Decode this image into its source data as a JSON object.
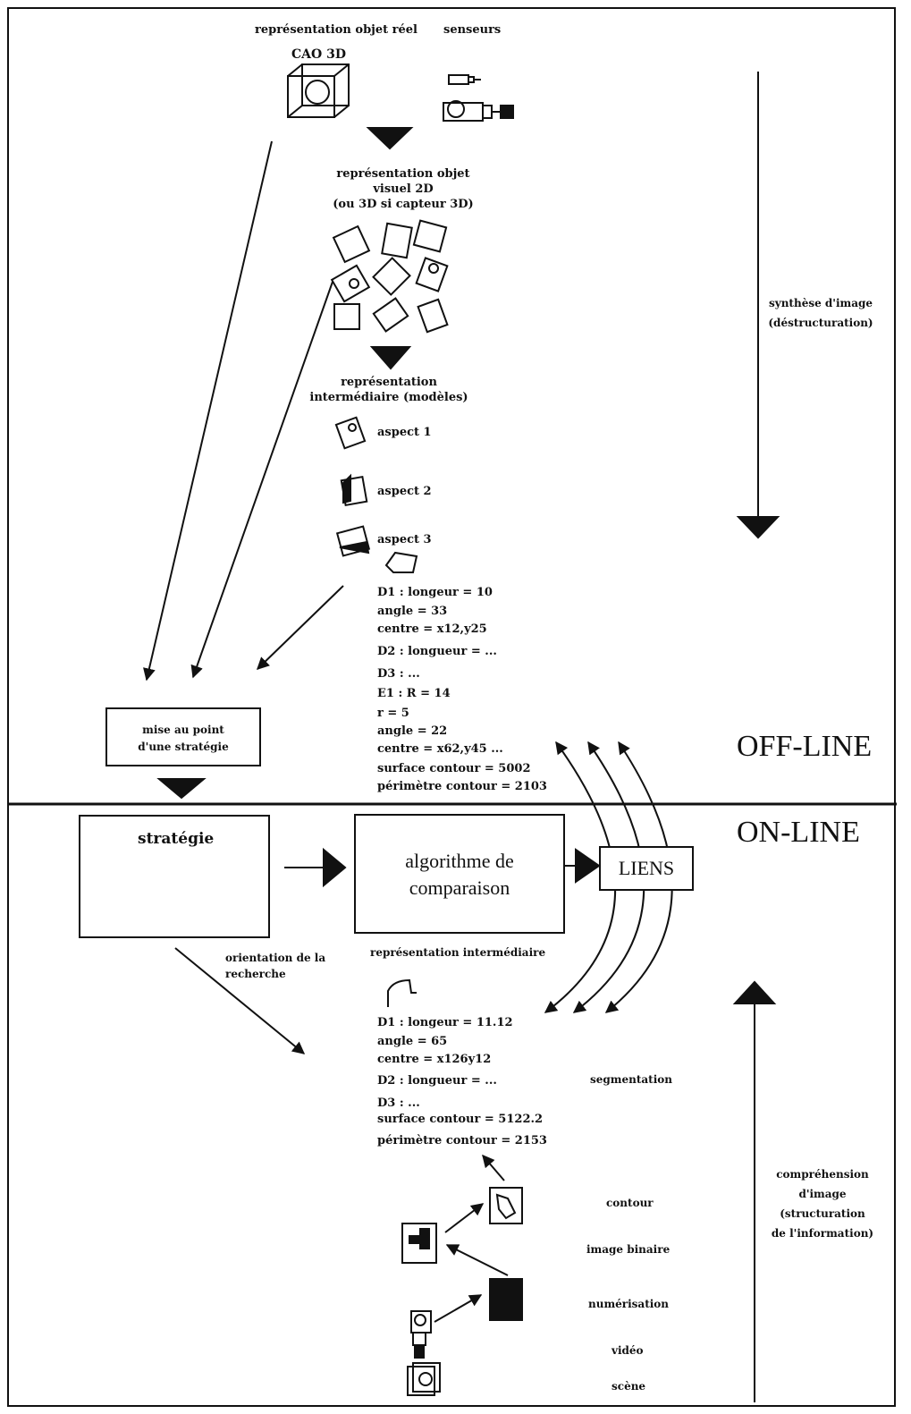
{
  "header": {
    "rep_objet_reel": "représentation objet réel",
    "senseurs": "senseurs",
    "cao": "CAO 3D"
  },
  "offline": {
    "visuel": "représentation objet\nvisuel 2D\n(ou 3D si capteur 3D)",
    "intermediaire": "représentation\nintermédiaire (modèles)",
    "aspects": [
      "aspect 1",
      "aspect 2",
      "aspect 3"
    ],
    "params": [
      "D1 : longeur = 10",
      "angle  = 33",
      "centre = x12,y25",
      "D2 : longueur = ...",
      "D3 : ...",
      "E1 : R = 14",
      "r = 5",
      "angle = 22",
      "centre = x62,y45 ...",
      "surface contour = 5002",
      "périmètre contour = 2103"
    ],
    "strategy_box": "mise au point\nd'une stratégie",
    "side_label": "synthèse d'image\n(déstructuration)",
    "zone_label": "OFF-LINE"
  },
  "online": {
    "zone_label": "ON-LINE",
    "strategie": "stratégie",
    "algo": "algorithme de\ncomparaison",
    "liens": "LIENS",
    "orientation": "orientation de la\nrecherche",
    "rep_intermediaire": "représentation intermédiaire",
    "params": [
      "D1 : longeur = 11.12",
      "angle  = 65",
      "centre = x126y12",
      "D2 : longueur = ...",
      "D3 : ...",
      "surface contour = 5122.2",
      "périmètre contour = 2153"
    ],
    "steps": [
      "segmentation",
      "contour",
      "image binaire",
      "numérisation",
      "vidéo",
      "scène"
    ],
    "side_label": "compréhension\nd'image\n(structuration\nde l'information)"
  }
}
